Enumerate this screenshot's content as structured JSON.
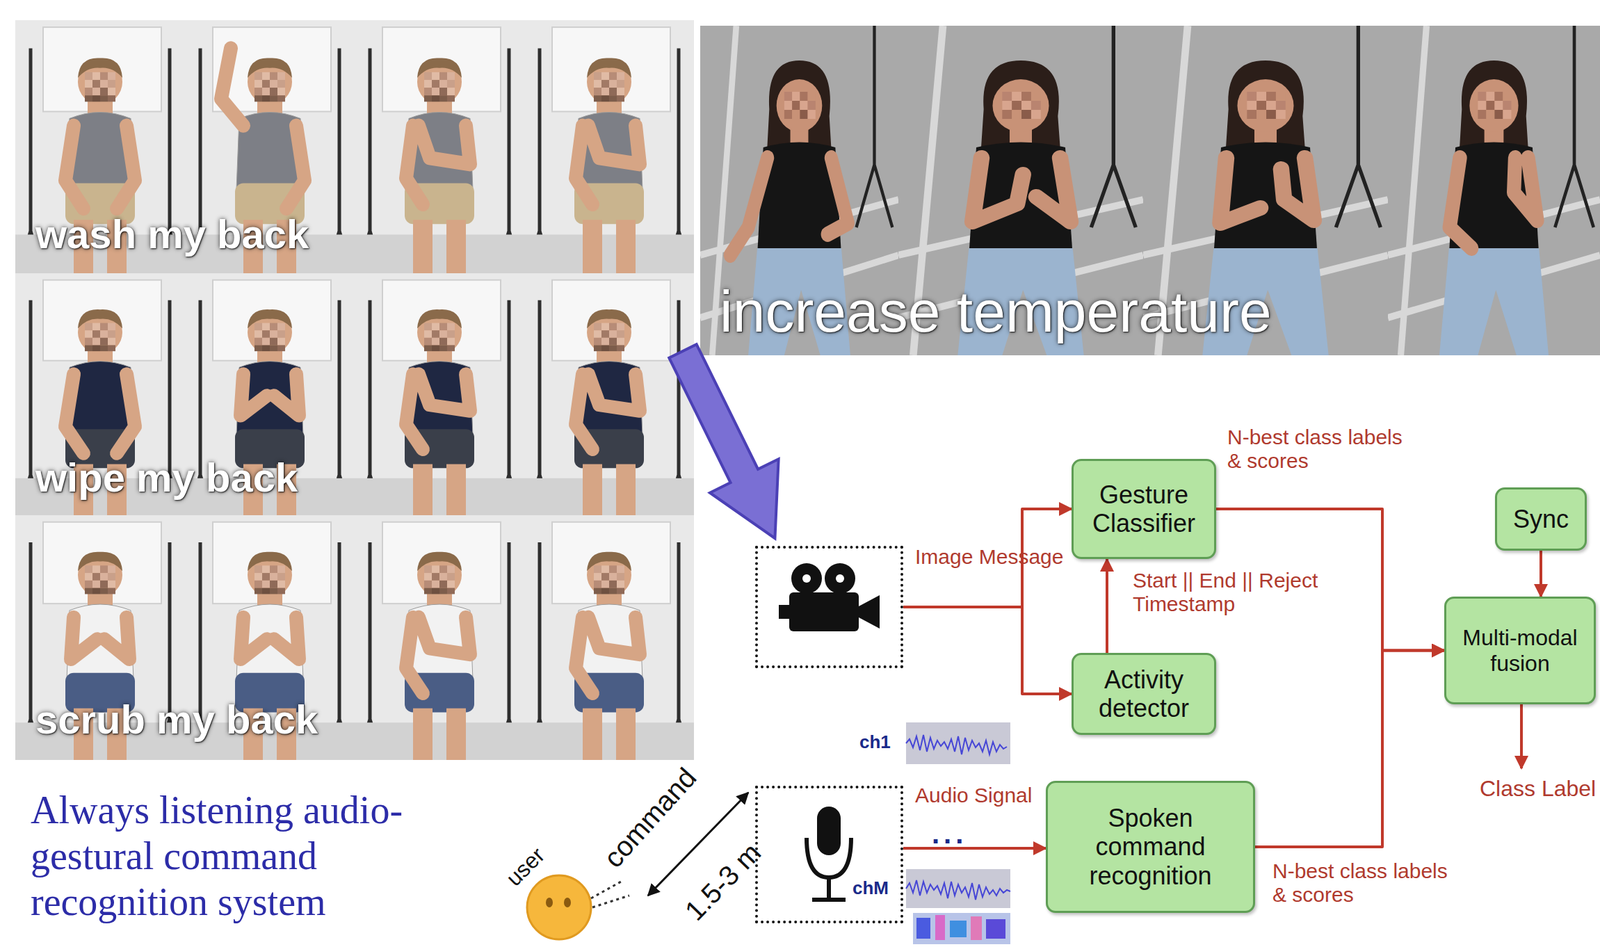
{
  "diagram": {
    "nodes": [
      {
        "text": [
          "Image Message"
        ]
      },
      {
        "text": [
          "Gesture Classifier"
        ]
      },
      {
        "text": [
          "Activity detector"
        ]
      },
      {
        "text": [
          "Audio Signal"
        ]
      },
      {
        "text": [
          "Spoken command recognition"
        ]
      },
      {
        "text": [
          "Sync"
        ]
      },
      {
        "text": [
          "Multi-modal fusion"
        ]
      }
    ],
    "edges": [
      {
        "from": 0,
        "to": 1,
        "arrow": "to"
      },
      {
        "from": 0,
        "to": 2,
        "arrow": "to"
      },
      {
        "from": 2,
        "to": 1,
        "label": "Start || End || Reject Timestamp",
        "arrow": "to"
      },
      {
        "from": 1,
        "to": 6,
        "label": "N-best class labels & scores",
        "arrow": "to"
      },
      {
        "from": 4,
        "to": 6,
        "label": "N-best class labels & scores",
        "arrow": "to"
      },
      {
        "from": 3,
        "to": 4,
        "arrow": "to"
      },
      {
        "from": 5,
        "to": 6,
        "arrow": "to"
      }
    ],
    "labels": [
      "wash my back",
      "wipe my back",
      "scrub my back",
      "increase temperature",
      "Always listening audio-gestural command recognition system",
      "user",
      "command",
      "1.5-3 m",
      "ch1",
      "...",
      "chM",
      "Class Label"
    ]
  }
}
